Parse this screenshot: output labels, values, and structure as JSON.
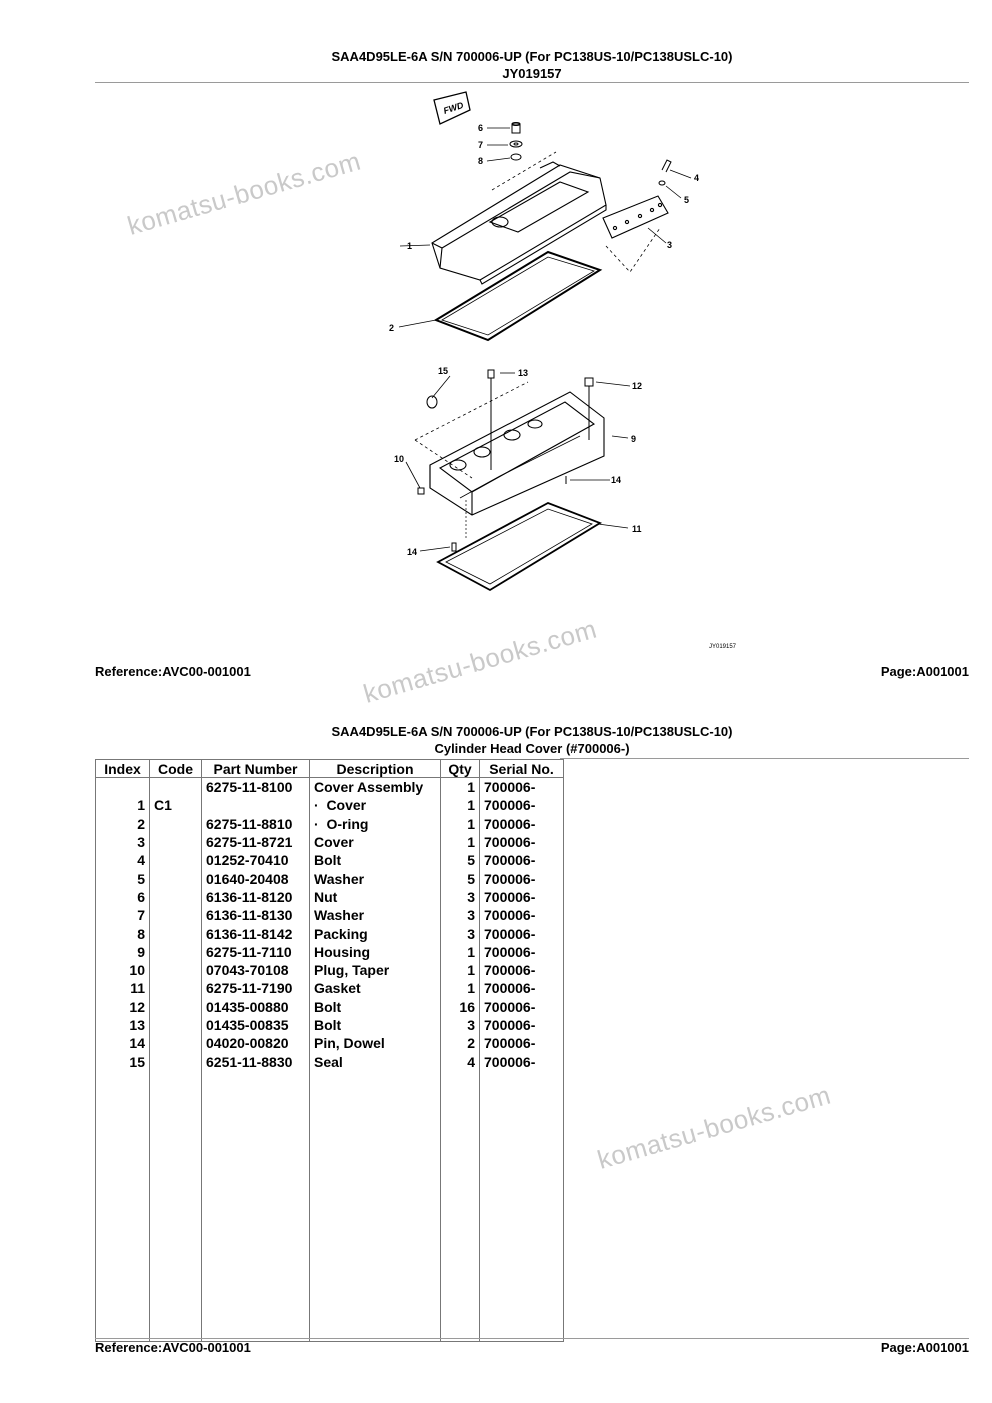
{
  "page1": {
    "title": "SAA4D95LE-6A S/N 700006-UP (For PC138US-10/PC138USLC-10)",
    "illustration_id": "JY019157",
    "reference": "Reference:AVC00-001001",
    "page": "Page:A001001"
  },
  "diagram": {
    "fwd_label": "FWD",
    "callouts": [
      "1",
      "2",
      "3",
      "4",
      "5",
      "6",
      "7",
      "8",
      "9",
      "10",
      "11",
      "12",
      "13",
      "14",
      "14",
      "15"
    ],
    "code": "JY019157"
  },
  "page2": {
    "title": "SAA4D95LE-6A S/N 700006-UP (For PC138US-10/PC138USLC-10)",
    "subtitle": "Cylinder Head Cover (#700006-)",
    "reference": "Reference:AVC00-001001",
    "page": "Page:A001001"
  },
  "table": {
    "headers": [
      "Index",
      "Code",
      "Part Number",
      "Description",
      "Qty",
      "Serial No."
    ],
    "rows": [
      {
        "index": "",
        "code": "",
        "part": "6275-11-8100",
        "desc": "Cover Assembly",
        "qty": "1",
        "serial": "700006-"
      },
      {
        "index": "1",
        "code": "C1",
        "part": "",
        "desc": "·  Cover",
        "qty": "1",
        "serial": "700006-"
      },
      {
        "index": "2",
        "code": "",
        "part": "6275-11-8810",
        "desc": "·  O-ring",
        "qty": "1",
        "serial": "700006-"
      },
      {
        "index": "3",
        "code": "",
        "part": "6275-11-8721",
        "desc": "Cover",
        "qty": "1",
        "serial": "700006-"
      },
      {
        "index": "4",
        "code": "",
        "part": "01252-70410",
        "desc": "Bolt",
        "qty": "5",
        "serial": "700006-"
      },
      {
        "index": "5",
        "code": "",
        "part": "01640-20408",
        "desc": "Washer",
        "qty": "5",
        "serial": "700006-"
      },
      {
        "index": "6",
        "code": "",
        "part": "6136-11-8120",
        "desc": "Nut",
        "qty": "3",
        "serial": "700006-"
      },
      {
        "index": "7",
        "code": "",
        "part": "6136-11-8130",
        "desc": "Washer",
        "qty": "3",
        "serial": "700006-"
      },
      {
        "index": "8",
        "code": "",
        "part": "6136-11-8142",
        "desc": "Packing",
        "qty": "3",
        "serial": "700006-"
      },
      {
        "index": "9",
        "code": "",
        "part": "6275-11-7110",
        "desc": "Housing",
        "qty": "1",
        "serial": "700006-"
      },
      {
        "index": "10",
        "code": "",
        "part": "07043-70108",
        "desc": "Plug, Taper",
        "qty": "1",
        "serial": "700006-"
      },
      {
        "index": "11",
        "code": "",
        "part": "6275-11-7190",
        "desc": "Gasket",
        "qty": "1",
        "serial": "700006-"
      },
      {
        "index": "12",
        "code": "",
        "part": "01435-00880",
        "desc": "Bolt",
        "qty": "16",
        "serial": "700006-"
      },
      {
        "index": "13",
        "code": "",
        "part": "01435-00835",
        "desc": "Bolt",
        "qty": "3",
        "serial": "700006-"
      },
      {
        "index": "14",
        "code": "",
        "part": "04020-00820",
        "desc": "Pin, Dowel",
        "qty": "2",
        "serial": "700006-"
      },
      {
        "index": "15",
        "code": "",
        "part": "6251-11-8830",
        "desc": "Seal",
        "qty": "4",
        "serial": "700006-"
      }
    ]
  },
  "watermarks": [
    "komatsu-books.com",
    "komatsu-books.com",
    "komatsu-books.com"
  ]
}
